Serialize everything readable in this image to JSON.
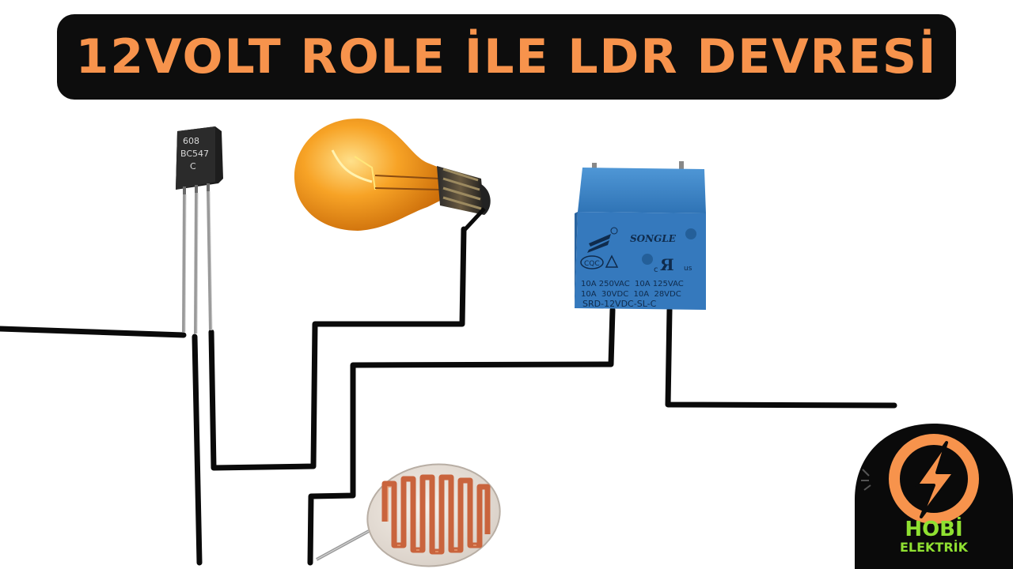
{
  "title": "12VOLT ROLE İLE LDR DEVRESİ",
  "transistor": {
    "line1": "608",
    "line2": "BC547",
    "line3": "C"
  },
  "relay": {
    "brand": "SONGLE",
    "cert": "CQC",
    "ul": "us",
    "rating1": "10A 250VAC  10A 125VAC",
    "rating2": "10A  30VDC  10A  28VDC",
    "model": "SRD-12VDC-SL-C"
  },
  "logo": {
    "line1": "HOBİ",
    "line2": "ELEKTRİK"
  },
  "colors": {
    "title_text": "#f7934c",
    "title_bg": "#0d0d0d",
    "relay_body": "#3e87c8",
    "bulb": "#f59a1c",
    "ldr": "#c9643d",
    "logo_orange": "#f7934c",
    "logo_green": "#8fe031"
  },
  "icons": [
    "transistor-icon",
    "light-bulb-icon",
    "relay-icon",
    "ldr-icon",
    "lightning-icon"
  ]
}
